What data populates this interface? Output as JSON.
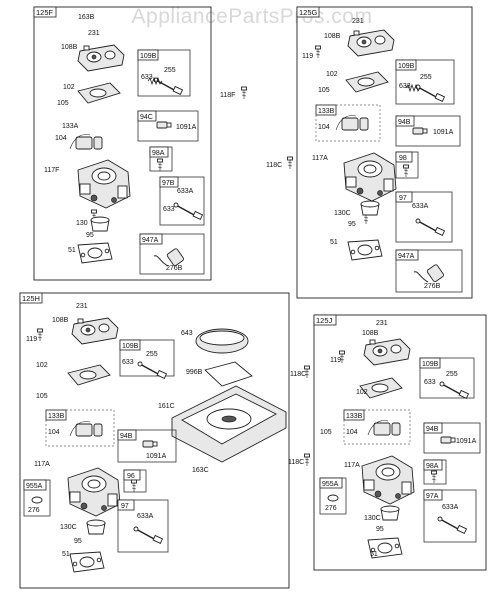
{
  "watermark": "AppliancePartsPros.com",
  "outside_labels": {
    "l118f": "118F",
    "l118c_top": "118C",
    "l118c_mid": "118C",
    "l118c_bot": "118C"
  },
  "panels": {
    "p125f": {
      "title": "125F",
      "labels": {
        "a1": "163B",
        "a2": "231",
        "a3": "108B",
        "a4": "102",
        "a5": "105",
        "a6": "133A",
        "a7": "104",
        "a8": "117F",
        "a9": "130",
        "a10": "95",
        "a11": "51"
      },
      "sub": {
        "s109b": {
          "title": "109B",
          "labels": [
            "633",
            "255"
          ]
        },
        "s94c": {
          "title": "94C",
          "labels": [
            "1091A"
          ]
        },
        "s98a": {
          "title": "98A",
          "labels": []
        },
        "s97b": {
          "title": "97B",
          "labels": [
            "633A",
            "633"
          ]
        },
        "s947a": {
          "title": "947A",
          "labels": [
            "276B"
          ]
        }
      }
    },
    "p125g": {
      "title": "125G",
      "labels": {
        "a1": "231",
        "a2": "108B",
        "a3": "119",
        "a4": "102",
        "a5": "105",
        "a6": "117A",
        "a7": "130C",
        "a8": "95",
        "a9": "51"
      },
      "sub": {
        "s109b": {
          "title": "109B",
          "labels": [
            "255",
            "633"
          ]
        },
        "s133b": {
          "title": "133B",
          "labels": [
            "104"
          ]
        },
        "s94b": {
          "title": "94B",
          "labels": [
            "1091A"
          ]
        },
        "s98": {
          "title": "98",
          "labels": []
        },
        "s97": {
          "title": "97",
          "labels": [
            "633A"
          ]
        },
        "s947a": {
          "title": "947A",
          "labels": [
            "276B"
          ]
        }
      }
    },
    "p125h": {
      "title": "125H",
      "labels": {
        "a1": "231",
        "a2": "108B",
        "a3": "119",
        "a4": "102",
        "a5": "105",
        "a6": "643",
        "a7": "996B",
        "a8": "161C",
        "a9": "117A",
        "a10": "163C",
        "a11": "130C",
        "a12": "95",
        "a13": "51"
      },
      "sub": {
        "s109b": {
          "title": "109B",
          "labels": [
            "633",
            "255"
          ]
        },
        "s133b": {
          "title": "133B",
          "labels": [
            "104"
          ]
        },
        "s94b": {
          "title": "94B",
          "labels": [
            "1091A"
          ]
        },
        "s96": {
          "title": "96",
          "labels": []
        },
        "s955a": {
          "title": "955A",
          "labels": [
            "276"
          ]
        },
        "s97": {
          "title": "97",
          "labels": [
            "633A"
          ]
        }
      }
    },
    "p125j": {
      "title": "125J",
      "labels": {
        "a1": "231",
        "a2": "108B",
        "a3": "119",
        "a4": "102",
        "a5": "105",
        "a6": "117A",
        "a7": "130C",
        "a8": "95",
        "a9": "51"
      },
      "sub": {
        "s109b": {
          "title": "109B",
          "labels": [
            "255",
            "633"
          ]
        },
        "s133b": {
          "title": "133B",
          "labels": [
            "104"
          ]
        },
        "s94b": {
          "title": "94B",
          "labels": [
            "1091A"
          ]
        },
        "s98a": {
          "title": "98A",
          "labels": []
        },
        "s955a": {
          "title": "955A",
          "labels": [
            "276"
          ]
        },
        "s97a": {
          "title": "97A",
          "labels": [
            "633A"
          ]
        }
      }
    }
  }
}
